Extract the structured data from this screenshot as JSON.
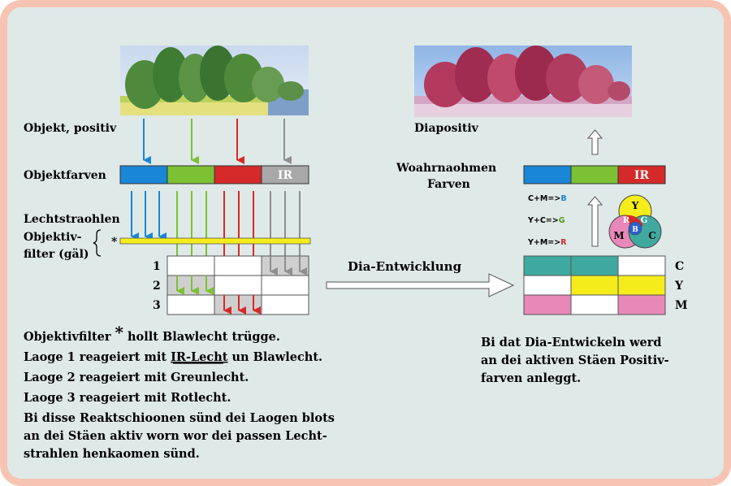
{
  "labels": {
    "objekt_positiv": "Objekt, positiv",
    "objektfarven": "Objektfarven",
    "lechtstraohlen": "Lechtstraohlen",
    "objektiv_line1": "Objektiv-",
    "objektiv_line2": "filter (gäl)",
    "asterisk": "*",
    "ir": "IR",
    "layer1": "1",
    "layer2": "2",
    "layer3": "3",
    "dia_entwicklung": "Dia-Entwicklung",
    "diapositiv": "Diapositiv",
    "woahrnaohmen_line1": "Woahrnaohmen",
    "woahrnaohmen_line2": "Farven",
    "ir_right": "IR",
    "c": "C",
    "y": "Y",
    "m": "M"
  },
  "formulas": {
    "f1_left": "C+M=>",
    "f1_res": "B",
    "f2_left": "Y+C=>",
    "f2_res": "G",
    "f3_left": "Y+M=>",
    "f3_res": "R"
  },
  "venn": {
    "y": "Y",
    "r": "R",
    "g": "G",
    "m": "M",
    "b": "B",
    "c": "C"
  },
  "notes_left": {
    "line1_pre": "Objektivfilter",
    "line1_star": "*",
    "line1_post": "hollt Blawlecht trügge.",
    "line2_pre": "Laoge 1 reageiert mit",
    "line2_link": "IR-Lecht",
    "line2_post": "un Blawlecht.",
    "line3": "Laoge 2 reageiert mit Greunlecht.",
    "line4": "Laoge 3 reageiert mit Rotlecht.",
    "line5": "Bi disse Reaktschioonen sünd dei Laogen blots",
    "line6": "an dei Stäen aktiv worn wor dei passen Lecht-",
    "line7": "strahlen henkaomen sünd."
  },
  "notes_right": {
    "line1": "Bi dat Dia-Entwickeln werd",
    "line2": "an dei aktiven Stäen Positiv-",
    "line3": "farven anleggt."
  },
  "colors": {
    "blue": "#1a86d6",
    "green": "#7cc134",
    "red": "#d62a2a",
    "gray": "#a8a8a8",
    "yellow": "#f5ec1c",
    "cyan": "#3fa9a0",
    "magenta": "#e888b8",
    "frame": "#f7c4b3",
    "background": "#dfe9e7"
  }
}
